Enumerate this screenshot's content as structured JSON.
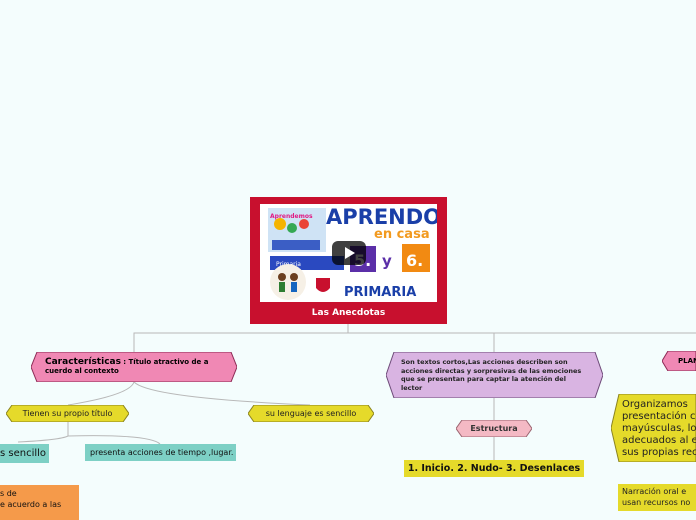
{
  "central": {
    "title": "Las Anecdotas",
    "thumbnail": {
      "brand_line1": "APRENDO",
      "brand_line2": "en casa",
      "grade_a": "5.",
      "grade_conj": "y",
      "grade_b": "6.",
      "level": "PRIMARIA",
      "book_label": "Primaria",
      "book_badge": "Aprendemos"
    },
    "play_icon": "play-icon"
  },
  "branches": {
    "caracteristicas": {
      "title": "Características",
      "subtitle": ": Título atractivo de a cuerdo al contexto"
    },
    "definicion": {
      "text": "Son textos cortos,Las acciones describen son acciones directas y sorpresivas de las emociones  que se presentan  para captar la atención del  lector"
    },
    "planificacion": {
      "text": "PLAN"
    }
  },
  "nodes": {
    "titulo": "Tienen  su propio título",
    "lenguaje": "su lenguaje es sencillo",
    "sencillo": "s sencillo",
    "acciones": "presenta acciones de tiempo ,lugar.",
    "orange_line1": "s de",
    "orange_line2": "e acuerdo a las",
    "estructura": "Estructura",
    "partes": "1. Inicio. 2. Nudo- 3. Desenlaces",
    "organizamos": "Organizamos presentación c mayúsculas, lo adecuados al e sus propias rec",
    "narracion": "Narración  oral e usan recursos no"
  },
  "colors": {
    "central_bg": "#c8102e",
    "pink": "#f088b4",
    "purple": "#d9b4e2",
    "yellow": "#e5da2a",
    "teal": "#7dd0c5",
    "orange": "#f59a4a",
    "rose": "#f4b9c4",
    "line": "#b8b8b8"
  }
}
